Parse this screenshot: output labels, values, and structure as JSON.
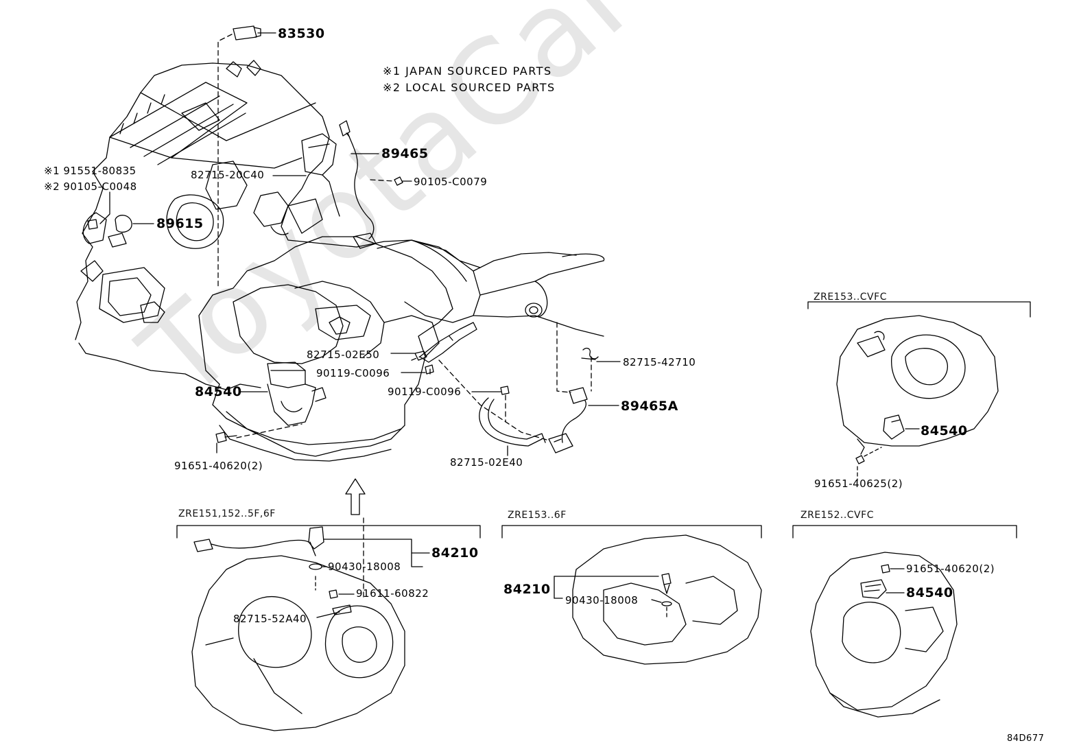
{
  "watermark": "ToyotaCarMine.ru",
  "notes": {
    "japan": "※1 JAPAN SOURCED PARTS",
    "local": "※2 LOCAL SOURCED PARTS"
  },
  "labels": {
    "p83530": "83530",
    "p89465": "89465",
    "p82715_20C40": "82715-20C40",
    "p90105_C0079": "90105-C0079",
    "n1_91551": "※1 91551-80835",
    "n2_90105": "※2 90105-C0048",
    "p89615": "89615",
    "p82715_02E50": "82715-02E50",
    "p90119_a": "90119-C0096",
    "p90119_b": "90119-C0096",
    "p82715_42710": "82715-42710",
    "p89465A": "89465A",
    "p84540_main": "84540",
    "p91651_40620_main": "91651-40620(2)",
    "p82715_02E40": "82715-02E40"
  },
  "sections": {
    "zre153_cvfc": {
      "title": "ZRE153..CVFC",
      "part": "84540",
      "bolt": "91651-40625(2)"
    },
    "zre151": {
      "title": "ZRE151,152..5F,6F",
      "p84210": "84210",
      "p90430": "90430-18008",
      "p91611": "91611-60822",
      "p82715_52A40": "82715-52A40"
    },
    "zre153_6f": {
      "title": "ZRE153..6F",
      "p84210": "84210",
      "p90430": "90430-18008"
    },
    "zre152_cvfc": {
      "title": "ZRE152..CVFC",
      "bolt": "91651-40620(2)",
      "part": "84540"
    }
  },
  "figure_code": "84D677"
}
